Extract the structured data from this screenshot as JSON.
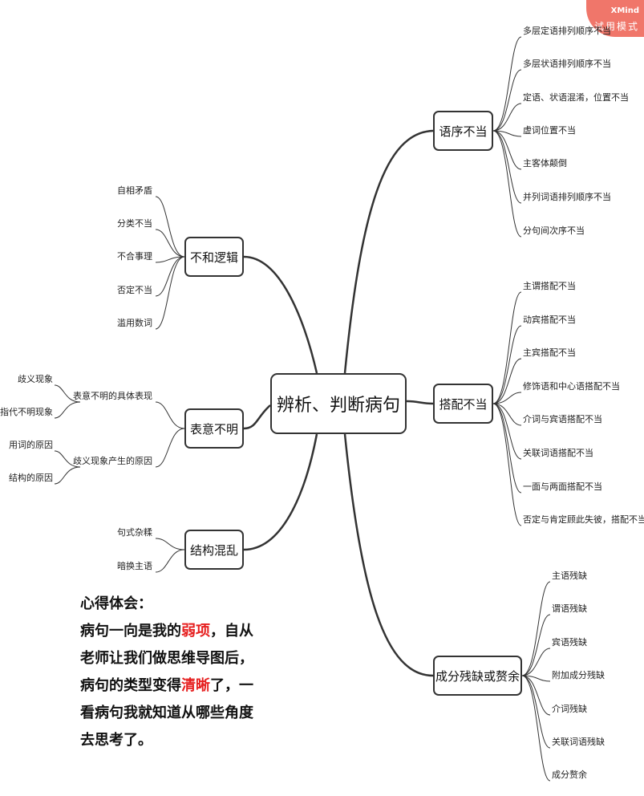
{
  "watermark": {
    "brand": "XMind",
    "mode": "试用模式"
  },
  "root": {
    "label": "辨析、判断病句"
  },
  "branches": {
    "word_order": {
      "label": "语序不当",
      "items": [
        "多层定语排列顺序不当",
        "多层状语排列顺序不当",
        "定语、状语混淆，位置不当",
        "虚词位置不当",
        "主客体颠倒",
        "并列词语排列顺序不当",
        "分句间次序不当"
      ]
    },
    "collocation": {
      "label": "搭配不当",
      "items": [
        "主谓搭配不当",
        "动宾搭配不当",
        "主宾搭配不当",
        "修饰语和中心语搭配不当",
        "介词与宾语搭配不当",
        "关联词语搭配不当",
        "一面与两面搭配不当",
        "否定与肯定顾此失彼，搭配不当"
      ]
    },
    "missing": {
      "label": "成分残缺或赘余",
      "items": [
        "主语残缺",
        "谓语残缺",
        "宾语残缺",
        "附加成分残缺",
        "介词残缺",
        "关联词语残缺",
        "成分赘余"
      ]
    },
    "illogical": {
      "label": "不和逻辑",
      "items": [
        "自相矛盾",
        "分类不当",
        "不合事理",
        "否定不当",
        "滥用数词"
      ]
    },
    "unclear": {
      "label": "表意不明",
      "sub1": {
        "label": "表意不明的具体表现",
        "items": [
          "歧义现象",
          "指代不明现象"
        ]
      },
      "sub2": {
        "label": "歧义现象产生的原因",
        "items": [
          "用词的原因",
          "结构的原因"
        ]
      }
    },
    "structure": {
      "label": "结构混乱",
      "items": [
        "句式杂糅",
        "暗换主语"
      ]
    }
  },
  "notes": {
    "heading": "心得体会：",
    "p1": "病句一向是我的",
    "hl1": "弱项",
    "p2": "，自从老师让我们做思维导图后，病句的类型变得",
    "hl2": "清晰",
    "p3": "了，一看病句我就知道从哪些角度去思考了。"
  }
}
